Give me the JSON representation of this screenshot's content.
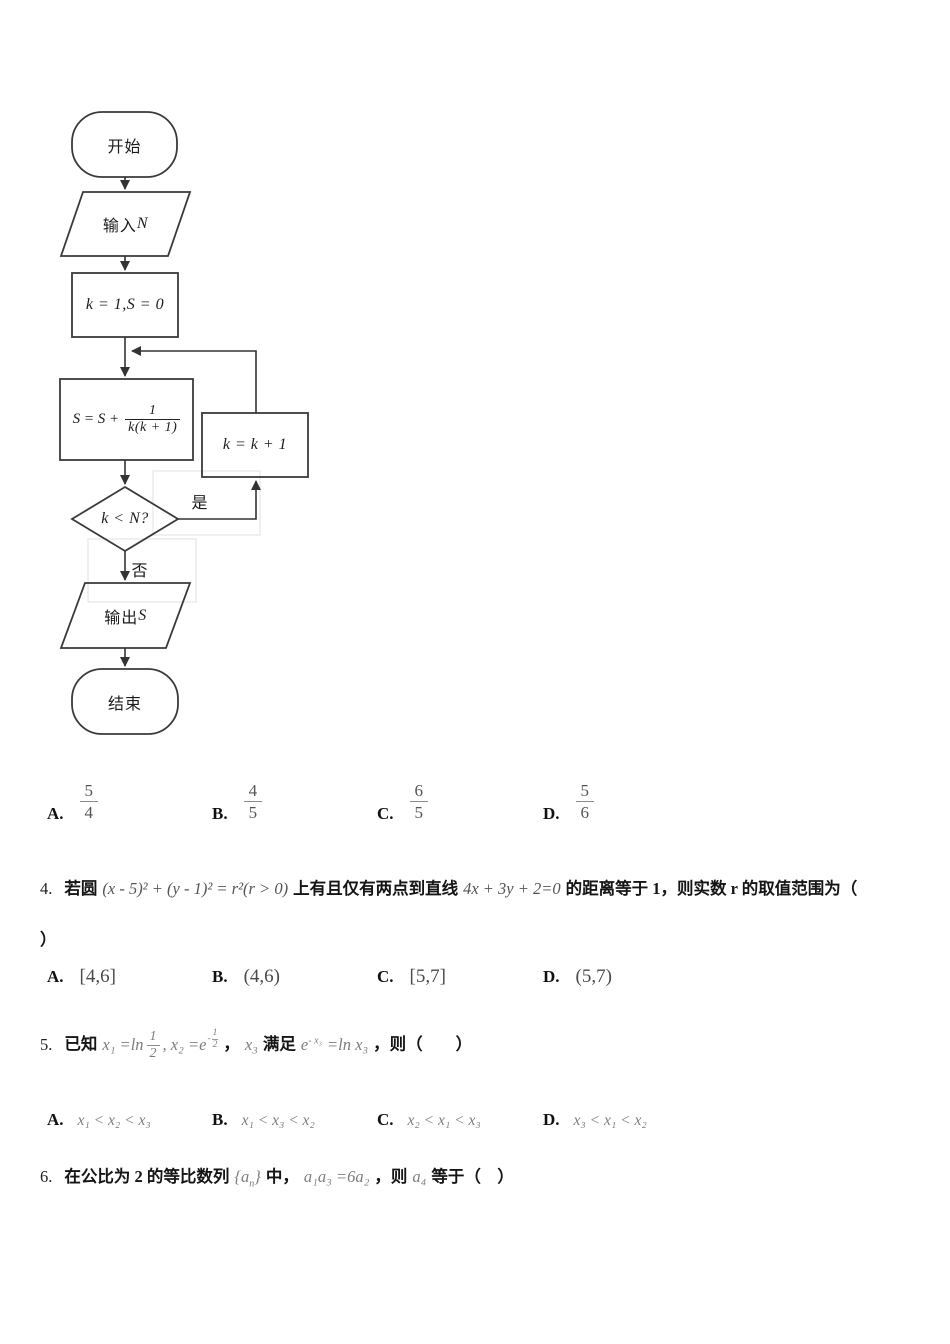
{
  "flowchart": {
    "start": "开始",
    "input_prefix": "输入",
    "input_var": "N",
    "init": "k = 1,S = 0",
    "accum_lead": "S = S +",
    "accum_num": "1",
    "accum_den": "k(k + 1)",
    "increment": "k = k + 1",
    "decision": "k < N?",
    "yes": "是",
    "no": "否",
    "output_prefix": "输出",
    "output_var": "S",
    "end": "结束"
  },
  "q3": {
    "options": [
      {
        "label": "A.",
        "num": "5",
        "den": "4"
      },
      {
        "label": "B.",
        "num": "4",
        "den": "5"
      },
      {
        "label": "C.",
        "num": "6",
        "den": "5"
      },
      {
        "label": "D.",
        "num": "5",
        "den": "6"
      }
    ]
  },
  "q4": {
    "number": "4.",
    "seg1": "若圆",
    "math1": "(x - 5)² + (y - 1)² = r²(r > 0)",
    "seg2": "上有且仅有两点到直线",
    "math2": "4x + 3y + 2=0",
    "seg3": "的距离等于 1，则实数 r 的取值范围为（",
    "close": "）",
    "options": [
      {
        "label": "A.",
        "value": "[4,6]"
      },
      {
        "label": "B.",
        "value": "(4,6)"
      },
      {
        "label": "C.",
        "value": "[5,7]"
      },
      {
        "label": "D.",
        "value": "(5,7)"
      }
    ]
  },
  "q5": {
    "number": "5.",
    "seg1": "已知",
    "m_x1": "x₁ =ln",
    "m_fr1_num": "1",
    "m_fr1_den": "2",
    "m_x2": ", x₂ =e",
    "m_exp_minus": "-",
    "m_exp_num": "1",
    "m_exp_den": "2",
    "seg2": "，",
    "m_x3": "x₃",
    "seg3": "满足",
    "m_e2": "e",
    "m_e2_exp": "- x₃",
    "m_e2_rhs": "=ln x₃",
    "seg4": "，则（　　）",
    "options": [
      {
        "label": "A.",
        "value": "x₁ < x₂ < x₃"
      },
      {
        "label": "B.",
        "value": "x₁ < x₃ < x₂"
      },
      {
        "label": "C.",
        "value": "x₂ < x₁ < x₃"
      },
      {
        "label": "D.",
        "value": "x₃ < x₁ < x₂"
      }
    ]
  },
  "q6": {
    "number": "6.",
    "seg1": "在公比为 2 的等比数列",
    "m_open": "{",
    "m_base": "a",
    "m_sub": "n",
    "m_close": "}",
    "seg2": "中，",
    "m_prod": "a₁a₃ =6a₂",
    "seg3": "，则",
    "m_a4": "a₄",
    "seg4": "等于（　）"
  }
}
